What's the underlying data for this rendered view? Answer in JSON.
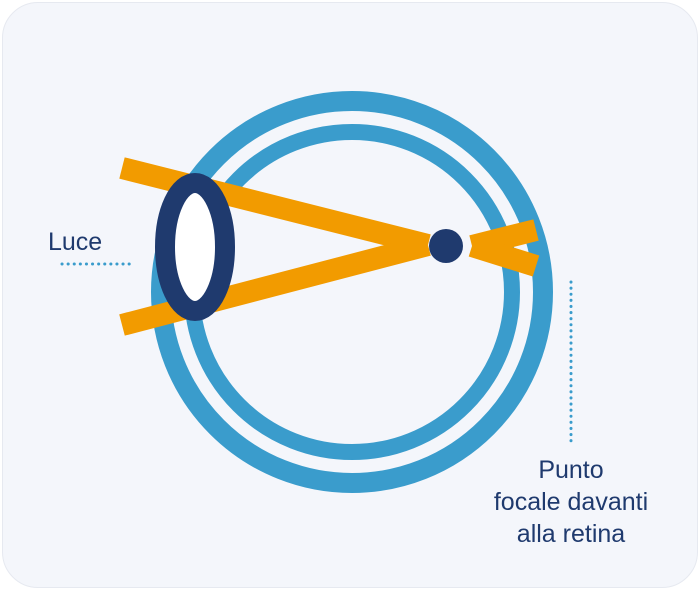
{
  "labels": {
    "light": "Luce",
    "focal_point": [
      "Punto",
      "focale davanti",
      "alla retina"
    ]
  },
  "colors": {
    "background": "#f4f6fb",
    "eye_ring": "#3a9ccc",
    "lens": "#1f3a6e",
    "light_rays": "#f29b00",
    "focal_dot": "#1f3a6e",
    "text": "#1f3a6e"
  }
}
